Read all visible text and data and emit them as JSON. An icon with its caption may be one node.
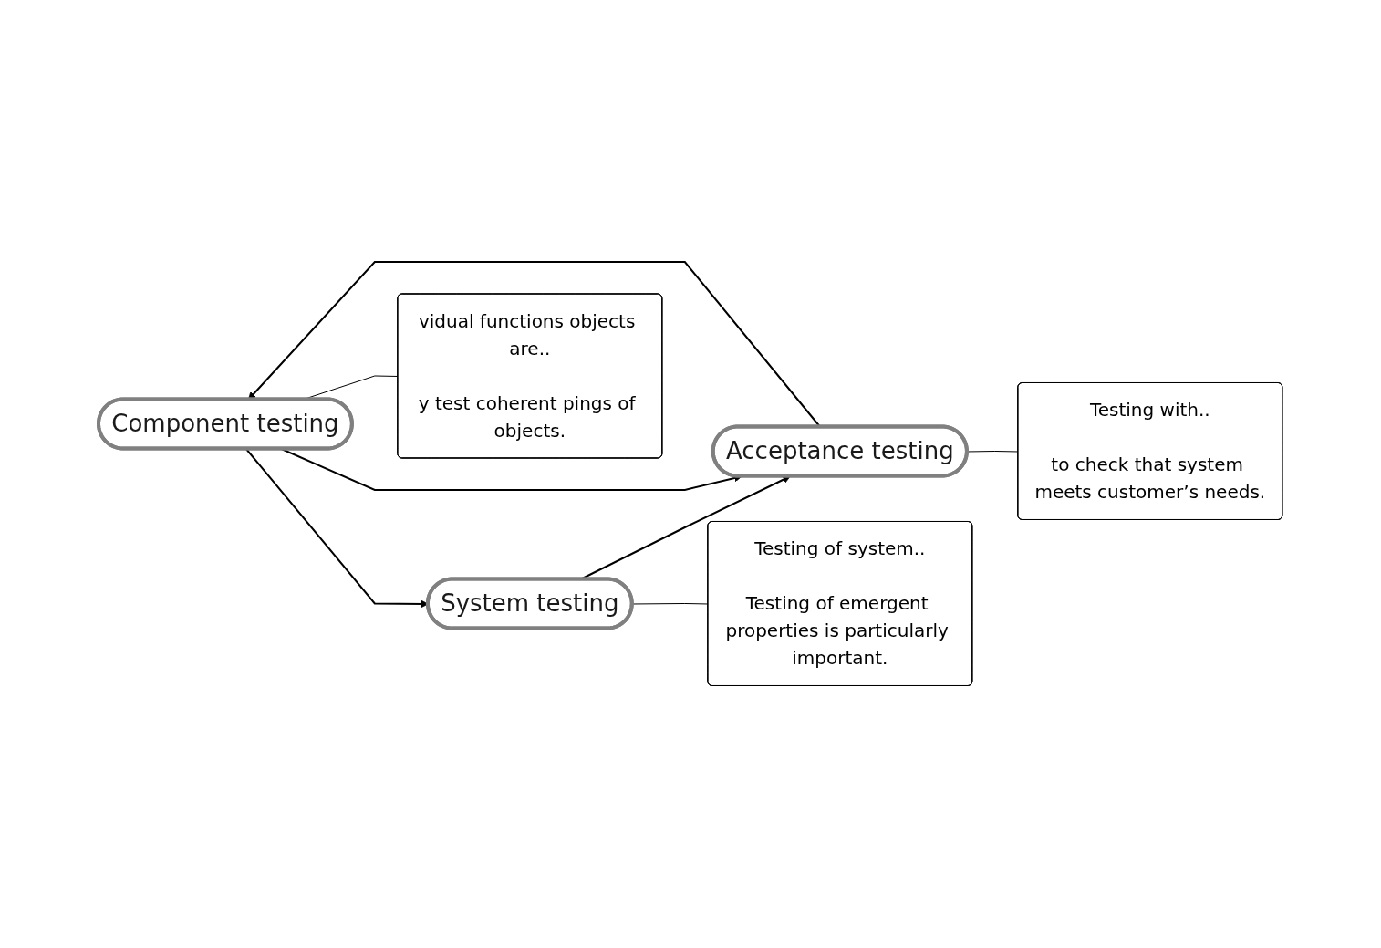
{
  "diagram": {
    "nodes": [
      {
        "text": [
          "Component testing"
        ]
      },
      {
        "text": [
          "System testing"
        ]
      },
      {
        "text": [
          "Acceptance testing"
        ]
      },
      {
        "text": [
          "vidual functions objects are..",
          "y test coherent pings of objects."
        ]
      },
      {
        "text": [
          "Testing of system..",
          "Testing of emergent properties is particularly important."
        ]
      },
      {
        "text": [
          "Testing with..",
          "to check that system meets customer’s needs."
        ]
      }
    ],
    "edges": [
      {
        "from": 0,
        "to": 1,
        "arrow": "to"
      },
      {
        "from": 1,
        "to": 2,
        "arrow": "to"
      },
      {
        "from": 0,
        "to": 2,
        "arrow": "to"
      },
      {
        "from": 2,
        "to": 0,
        "arrow": "to"
      },
      {
        "from": 0,
        "to": 3,
        "arrow": "none"
      },
      {
        "from": 1,
        "to": 4,
        "arrow": "none"
      },
      {
        "from": 2,
        "to": 5,
        "arrow": "none"
      }
    ]
  }
}
